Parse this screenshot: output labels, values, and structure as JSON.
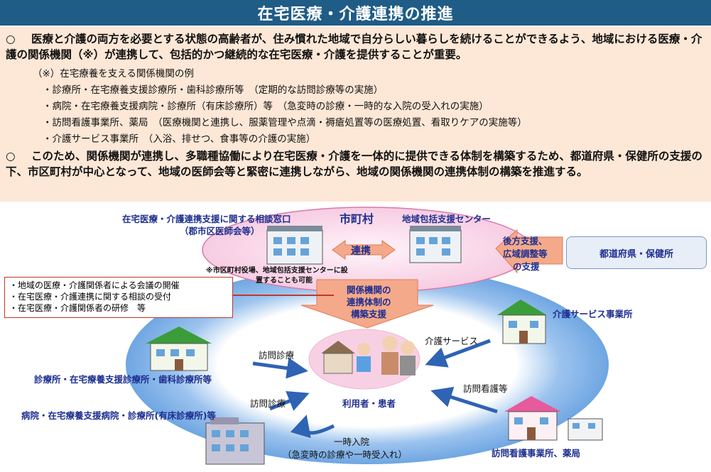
{
  "title": "在宅医療・介護連携の推進",
  "paragraph1": {
    "bullet": "○",
    "text": "医療と介護の両方を必要とする状態の高齢者が、住み慣れた地域で自分らしい暮らしを続けることができるよう、地域における医療・介護の関係機関（※）が連携して、包括的かつ継続的な在宅医療・介護を提供することが重要。"
  },
  "note": {
    "heading": "（※）在宅療養を支える関係機関の例",
    "items": [
      "・診療所・在宅療養支援診療所・歯科診療所等　（定期的な訪問診療等の実施）",
      "・病院・在宅療養支援病院・診療所（有床診療所）等　（急変時の診療・一時的な入院の受入れの実施）",
      "・訪問看護事業所、薬局　（医療機関と連携し、服薬管理や点滴・褥瘡処置等の医療処置、看取りケアの実施等）",
      "・介護サービス事業所　（入浴、排せつ、食事等の介護の実施）"
    ]
  },
  "paragraph2": {
    "bullet": "○",
    "text": "このため、関係機関が連携し、多職種協働により在宅医療・介護を一体的に提供できる体制を構築するため、都道府県・保健所の支援の下、市区町村が中心となって、地域の医師会等と緊密に連携しながら、地域の関係機関の連携体制の構築を推進する。"
  },
  "diagram": {
    "municipality": "市町村",
    "consult_window": "在宅医療・介護連携支援に関する相談窓口",
    "consult_window_sub": "（郡市区医師会等）",
    "community_center": "地域包括支援センター",
    "cooperation": "連携",
    "placement_note_line1": "※市区町村役場、地域包括支援センターに設",
    "placement_note_line2": "置することも可能",
    "support_arrow_line1": "後方支援、",
    "support_arrow_line2": "広域調整等",
    "support_arrow_line3": "の支援",
    "prefecture": "都道府県・保健所",
    "build_support_line1": "関係機関の",
    "build_support_line2": "連携体制の",
    "build_support_line3": "構築支援",
    "activities": [
      "・地域の医療・介護関係者による会議の開催",
      "・在宅医療・介護連携に関する相談の受付",
      "・在宅医療・介護関係者の研修　等"
    ],
    "care_service_office": "介護サービス事業所",
    "care_service": "介護サービス",
    "clinic": "診療所・在宅療養支援診療所・歯科診療所等",
    "home_visit_1": "訪問診療",
    "home_visit_2": "訪問診療",
    "hospital": "病院・在宅療養支援病院・診療所(有床診療所)等",
    "users": "利用者・患者",
    "visit_nursing": "訪問看護等",
    "nursing_pharmacy": "訪問看護事業所、薬局",
    "temp_admission": "一時入院",
    "temp_admission_sub": "（急変時の診療や一時受入れ）"
  }
}
